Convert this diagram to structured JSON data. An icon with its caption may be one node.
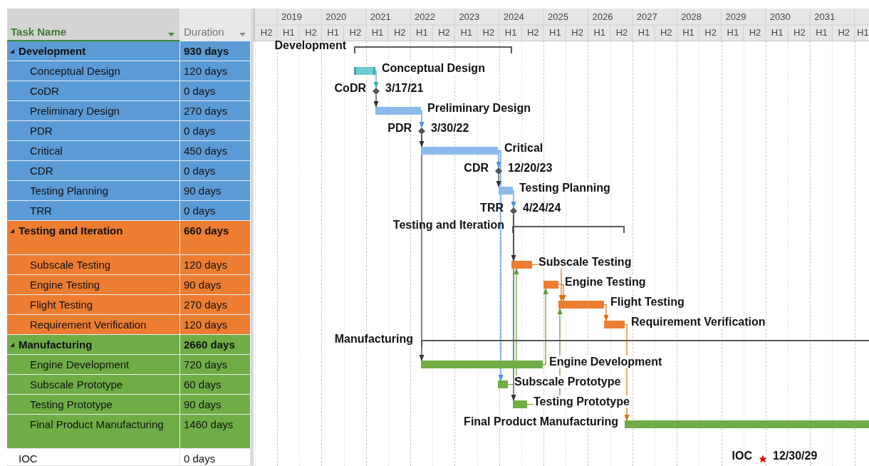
{
  "diagram": {
    "nodes": [
      {
        "text": [],
        "shape": "bracket",
        "beside": [
          "Development"
        ]
      },
      {
        "text": [],
        "shape": "bar",
        "beside": [
          "Conceptual Design"
        ]
      },
      {
        "text": [],
        "shape": "diamond",
        "beside": [
          "CoDR",
          "3/17/21"
        ]
      },
      {
        "text": [],
        "shape": "bar",
        "beside": [
          "Preliminary Design"
        ]
      },
      {
        "text": [],
        "shape": "diamond",
        "beside": [
          "PDR",
          "3/30/22"
        ]
      },
      {
        "text": [],
        "shape": "bar",
        "beside": [
          "Critical"
        ]
      },
      {
        "text": [],
        "shape": "diamond",
        "beside": [
          "CDR",
          "12/20/23"
        ]
      },
      {
        "text": [],
        "shape": "bar",
        "beside": [
          "Testing Planning"
        ]
      },
      {
        "text": [],
        "shape": "diamond",
        "beside": [
          "TRR",
          "4/24/24"
        ]
      },
      {
        "text": [],
        "shape": "bracket",
        "beside": [
          "Testing and Iteration"
        ]
      },
      {
        "text": [],
        "shape": "bar",
        "beside": [
          "Subscale Testing"
        ]
      },
      {
        "text": [],
        "shape": "bar",
        "beside": [
          "Engine Testing"
        ]
      },
      {
        "text": [],
        "shape": "bar",
        "beside": [
          "Flight Testing"
        ]
      },
      {
        "text": [],
        "shape": "bar",
        "beside": [
          "Requirement Verification"
        ]
      },
      {
        "text": [],
        "shape": "bracket",
        "beside": [
          "Manufacturing"
        ]
      },
      {
        "text": [],
        "shape": "bar",
        "beside": [
          "Engine Development"
        ]
      },
      {
        "text": [],
        "shape": "bar",
        "beside": [
          "Subscale Prototype"
        ]
      },
      {
        "text": [],
        "shape": "bar",
        "beside": [
          "Testing Prototype"
        ]
      },
      {
        "text": [],
        "shape": "bar",
        "beside": [
          "Final Product Manufacturing"
        ]
      },
      {
        "text": [],
        "shape": "star",
        "beside": [
          "IOC",
          "12/30/29"
        ]
      }
    ],
    "edges": [
      {
        "from": 1,
        "to": 2,
        "arrow": "to",
        "color": "#3aa9b2"
      },
      {
        "from": 2,
        "to": 3,
        "arrow": "to"
      },
      {
        "from": 3,
        "to": 4,
        "arrow": "to",
        "color": "#4a90e2"
      },
      {
        "from": 4,
        "to": 5,
        "arrow": "to"
      },
      {
        "from": 4,
        "to": 15,
        "arrow": "to"
      },
      {
        "from": 5,
        "to": 6,
        "arrow": "to",
        "color": "#4a90e2"
      },
      {
        "from": 5,
        "to": 16,
        "arrow": "to",
        "color": "#4a90e2"
      },
      {
        "from": 6,
        "to": 7,
        "arrow": "to"
      },
      {
        "from": 7,
        "to": 8,
        "arrow": "to",
        "color": "#4a90e2"
      },
      {
        "from": 8,
        "to": 10,
        "arrow": "to"
      },
      {
        "from": 8,
        "to": 17,
        "arrow": "to"
      },
      {
        "from": 10,
        "to": 12,
        "arrow": "to",
        "color": "#e46c0a"
      },
      {
        "from": 11,
        "to": 12,
        "arrow": "to",
        "color": "#e46c0a"
      },
      {
        "from": 12,
        "to": 13,
        "arrow": "to",
        "color": "#e46c0a"
      },
      {
        "from": 13,
        "to": 18,
        "arrow": "to",
        "color": "#e46c0a"
      },
      {
        "from": 16,
        "to": 10,
        "arrow": "to",
        "color": "#5a9e32"
      },
      {
        "from": 15,
        "to": 11,
        "arrow": "to",
        "color": "#5a9e32"
      },
      {
        "from": 17,
        "to": 12,
        "arrow": "to",
        "color": "#5a9e32"
      }
    ],
    "labels": [
      "Task Name",
      "Duration",
      "2019",
      "2020",
      "2021",
      "2022",
      "2023",
      "2024",
      "2025",
      "2026",
      "2027",
      "2028",
      "2029",
      "2030",
      "2031",
      "H2",
      "H1",
      "H2",
      "H1",
      "H2",
      "H1",
      "H2",
      "H1",
      "H2",
      "H1",
      "H2",
      "H1",
      "H2",
      "H1",
      "H2",
      "H1",
      "H2",
      "H1",
      "H2",
      "H1",
      "H2",
      "H1",
      "H2",
      "H1",
      "H2",
      "H1",
      "H2",
      "H1",
      "Development",
      "930 days",
      "Conceptual Design",
      "120 days",
      "CoDR",
      "0 days",
      "Preliminary Design",
      "270 days",
      "PDR",
      "0 days",
      "Critical",
      "450 days",
      "CDR",
      "0 days",
      "Testing Planning",
      "90 days",
      "TRR",
      "0 days",
      "Testing and Iteration",
      "660 days",
      "Subscale Testing",
      "120 days",
      "Engine Testing",
      "90 days",
      "Flight Testing",
      "270 days",
      "Requirement Verification",
      "120 days",
      "Manufacturing",
      "2660 days",
      "Engine Development",
      "720 days",
      "Subscale Prototype",
      "60 days",
      "Testing Prototype",
      "90 days",
      "Final Product Manufacturing",
      "1460 days",
      "IOC",
      "0 days"
    ]
  }
}
